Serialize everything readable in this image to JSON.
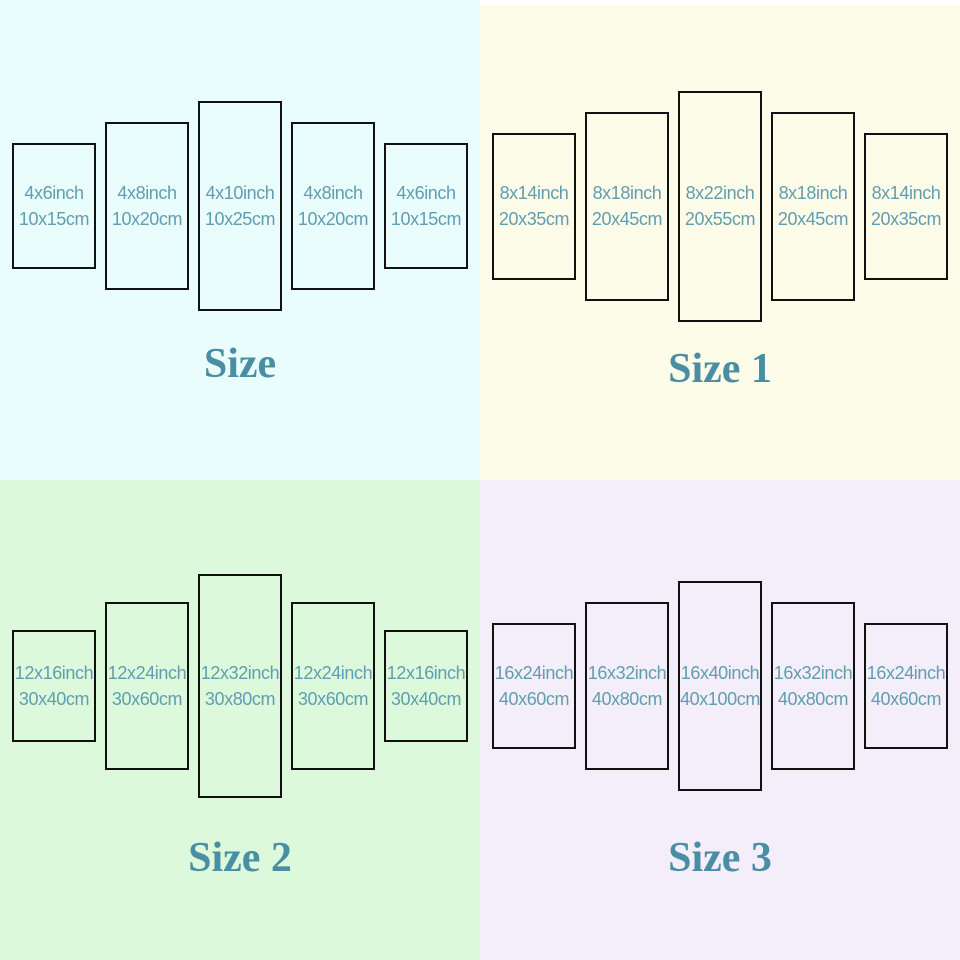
{
  "colors": {
    "label": "#619db0",
    "title": "#4a8ea4",
    "panel_border": "#111111",
    "top_right_gap": "#ffffff",
    "bg_size": "#e9fdfc",
    "bg_size1": "#fdfce8",
    "bg_size2": "#dcfadb",
    "bg_size3": "#f3eef9"
  },
  "sections": [
    {
      "title": "Size",
      "bg": "#e9fdfc",
      "panels": [
        {
          "inch": "4x6inch",
          "cm": "10x15cm",
          "ratio_w": 4,
          "ratio_h": 6
        },
        {
          "inch": "4x8inch",
          "cm": "10x20cm",
          "ratio_w": 4,
          "ratio_h": 8
        },
        {
          "inch": "4x10inch",
          "cm": "10x25cm",
          "ratio_w": 4,
          "ratio_h": 10
        },
        {
          "inch": "4x8inch",
          "cm": "10x20cm",
          "ratio_w": 4,
          "ratio_h": 8
        },
        {
          "inch": "4x6inch",
          "cm": "10x15cm",
          "ratio_w": 4,
          "ratio_h": 6
        }
      ]
    },
    {
      "title": "Size 1",
      "bg": "#fdfce8",
      "panels": [
        {
          "inch": "8x14inch",
          "cm": "20x35cm",
          "ratio_w": 8,
          "ratio_h": 14
        },
        {
          "inch": "8x18inch",
          "cm": "20x45cm",
          "ratio_w": 8,
          "ratio_h": 18
        },
        {
          "inch": "8x22inch",
          "cm": "20x55cm",
          "ratio_w": 8,
          "ratio_h": 22
        },
        {
          "inch": "8x18inch",
          "cm": "20x45cm",
          "ratio_w": 8,
          "ratio_h": 18
        },
        {
          "inch": "8x14inch",
          "cm": "20x35cm",
          "ratio_w": 8,
          "ratio_h": 14
        }
      ]
    },
    {
      "title": "Size 2",
      "bg": "#dcfadb",
      "panels": [
        {
          "inch": "12x16inch",
          "cm": "30x40cm",
          "ratio_w": 12,
          "ratio_h": 16
        },
        {
          "inch": "12x24inch",
          "cm": "30x60cm",
          "ratio_w": 12,
          "ratio_h": 24
        },
        {
          "inch": "12x32inch",
          "cm": "30x80cm",
          "ratio_w": 12,
          "ratio_h": 32
        },
        {
          "inch": "12x24inch",
          "cm": "30x60cm",
          "ratio_w": 12,
          "ratio_h": 24
        },
        {
          "inch": "12x16inch",
          "cm": "30x40cm",
          "ratio_w": 12,
          "ratio_h": 16
        }
      ]
    },
    {
      "title": "Size 3",
      "bg": "#f3eef9",
      "panels": [
        {
          "inch": "16x24inch",
          "cm": "40x60cm",
          "ratio_w": 16,
          "ratio_h": 24
        },
        {
          "inch": "16x32inch",
          "cm": "40x80cm",
          "ratio_w": 16,
          "ratio_h": 32
        },
        {
          "inch": "16x40inch",
          "cm": "40x100cm",
          "ratio_w": 16,
          "ratio_h": 40
        },
        {
          "inch": "16x32inch",
          "cm": "40x80cm",
          "ratio_w": 16,
          "ratio_h": 32
        },
        {
          "inch": "16x24inch",
          "cm": "40x60cm",
          "ratio_w": 16,
          "ratio_h": 24
        }
      ]
    }
  ]
}
